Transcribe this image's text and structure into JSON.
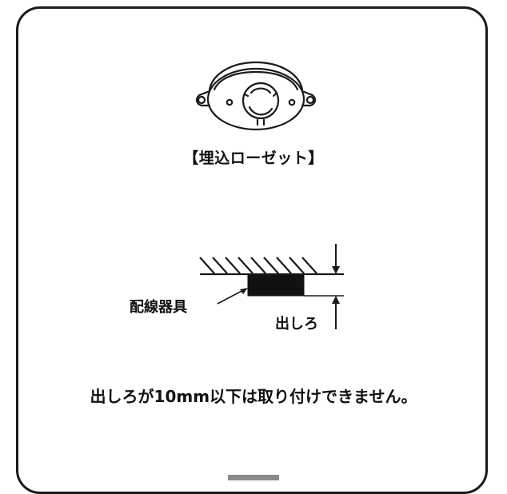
{
  "rosette_caption": "【埋込ローゼット】",
  "label_wiring_device": "配線器具",
  "label_protrusion": "出しろ",
  "notice": "出しろが10mm以下は取り付けできません。",
  "colors": {
    "line": "#1a1a1a",
    "tab": "#8a8a8a"
  },
  "icons": [
    "ceiling-rosette-icon",
    "arrow-icon"
  ]
}
